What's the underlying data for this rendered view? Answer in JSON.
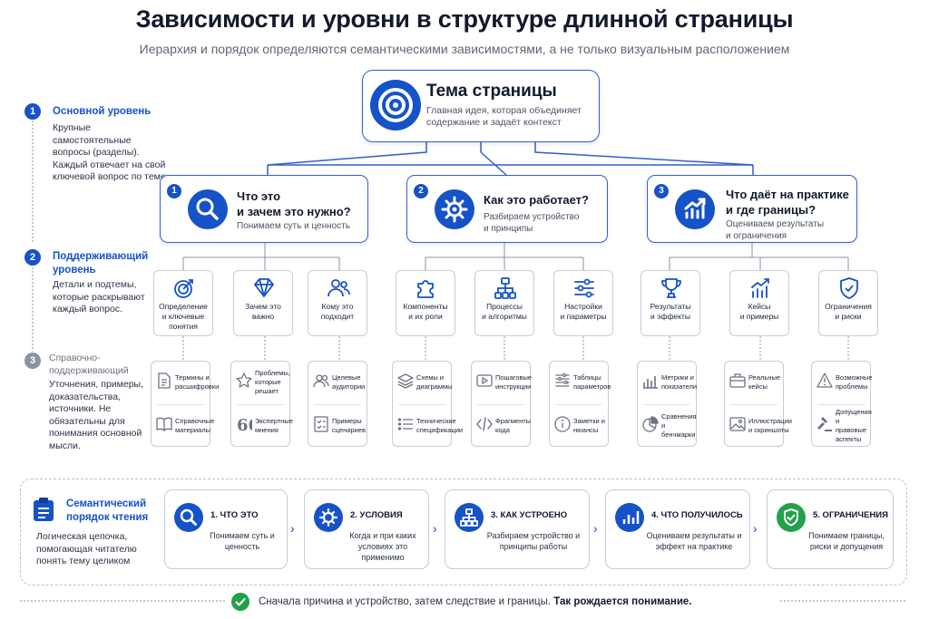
{
  "title": "Зависимости и уровни в структуре длинной страницы",
  "subtitle": "Иерархия и порядок определяются семантическими зависимостями, а не только визуальным расположением",
  "colors": {
    "accent": "#1652c8",
    "green": "#22a04b",
    "border": "#c6ccd6",
    "gray": "#8a93a3"
  },
  "levels": [
    {
      "num": "1",
      "title": "Основной уровень",
      "desc": "Крупные самостоятельные вопросы (разделы). Каждый отвечает на свой ключевой вопрос по теме."
    },
    {
      "num": "2",
      "title": "Поддерживающий уровень",
      "desc": "Детали и подтемы, которые раскрывают каждый вопрос."
    },
    {
      "num": "3",
      "title": "Справочно-поддерживающий",
      "desc": "Уточнения, примеры, доказательства, источники. Не обязательны для понимания основной мысли."
    }
  ],
  "topic": {
    "title": "Тема страницы",
    "desc": "Главная идея, которая объединяет содержание и задаёт контекст",
    "icon": "target-icon"
  },
  "questions": [
    {
      "num": "1",
      "title_line1": "Что это",
      "title_line2": "и зачем это нужно?",
      "sub": "Понимаем суть и ценность",
      "icon": "search-icon"
    },
    {
      "num": "2",
      "title_line1": "Как это работает?",
      "sub_line1": "Разбираем устройство",
      "sub_line2": "и принципы",
      "icon": "gear-icon"
    },
    {
      "num": "3",
      "title_line1": "Что даёт на практике",
      "title_line2": "и где границы?",
      "sub_line1": "Оцениваем результаты",
      "sub_line2": "и ограничения",
      "icon": "chart-up-icon"
    }
  ],
  "subtopics": [
    {
      "l1": "Определение",
      "l2": "и ключевые",
      "l3": "понятия",
      "icon": "target-icon"
    },
    {
      "l1": "Зачем это",
      "l2": "важно",
      "l3": "",
      "icon": "diamond-icon"
    },
    {
      "l1": "Кому это",
      "l2": "подходит",
      "l3": "",
      "icon": "users-icon"
    },
    {
      "l1": "Компоненты",
      "l2": "и их роли",
      "l3": "",
      "icon": "puzzle-icon"
    },
    {
      "l1": "Процессы",
      "l2": "и алгоритмы",
      "l3": "",
      "icon": "flow-icon"
    },
    {
      "l1": "Настройки",
      "l2": "и параметры",
      "l3": "",
      "icon": "sliders-icon"
    },
    {
      "l1": "Результаты",
      "l2": "и эффекты",
      "l3": "",
      "icon": "trophy-icon"
    },
    {
      "l1": "Кейсы",
      "l2": "и примеры",
      "l3": "",
      "icon": "bar-chart-icon"
    },
    {
      "l1": "Ограничения",
      "l2": "и риски",
      "l3": "",
      "icon": "shield-icon"
    }
  ],
  "references": [
    [
      {
        "text": "Термины и расшифровки",
        "icon": "document-icon"
      },
      {
        "text": "Справочные материалы",
        "icon": "book-icon"
      }
    ],
    [
      {
        "text": "Проблемы, которые решает",
        "icon": "star-icon"
      },
      {
        "text": "Экспертные мнения",
        "icon": "quote-icon"
      }
    ],
    [
      {
        "text": "Целевые аудитории",
        "icon": "users-icon"
      },
      {
        "text": "Примеры сценариев",
        "icon": "checklist-icon"
      }
    ],
    [
      {
        "text": "Схемы и диаграммы",
        "icon": "layers-icon"
      },
      {
        "text": "Технические спецификации",
        "icon": "list-icon"
      }
    ],
    [
      {
        "text": "Пошаговые инструкции",
        "icon": "play-icon"
      },
      {
        "text": "Фрагменты кода",
        "icon": "code-icon"
      }
    ],
    [
      {
        "text": "Таблицы параметров",
        "icon": "table-icon"
      },
      {
        "text": "Заметки и нюансы",
        "icon": "info-icon"
      }
    ],
    [
      {
        "text": "Метрики и показатели",
        "icon": "bar-chart-icon"
      },
      {
        "text": "Сравнения и бенчмарки",
        "icon": "pie-icon"
      }
    ],
    [
      {
        "text": "Реальные кейсы",
        "icon": "briefcase-icon"
      },
      {
        "text": "Иллюстрации и скриншоты",
        "icon": "image-icon"
      }
    ],
    [
      {
        "text": "Возможные проблемы",
        "icon": "warning-icon"
      },
      {
        "text": "Допущения и правовые аспекты",
        "icon": "gavel-icon"
      }
    ]
  ],
  "reading_order": {
    "title": "Семантический порядок чтения",
    "desc": "Логическая цепочка, помогающая читателю понять тему целиком",
    "icon": "clipboard-icon",
    "steps": [
      {
        "title": "1. ЧТО ЭТО",
        "desc": "Понимаем суть и ценность",
        "icon": "search-icon"
      },
      {
        "title": "2. УСЛОВИЯ",
        "desc": "Когда и при каких условиях это применимо",
        "icon": "gear-icon"
      },
      {
        "title": "3. КАК УСТРОЕНО",
        "desc": "Разбираем устройство и принципы работы",
        "icon": "flow-icon"
      },
      {
        "title": "4. ЧТО ПОЛУЧИЛОСЬ",
        "desc": "Оцениваем результаты и эффект на практике",
        "icon": "bar-chart-icon"
      },
      {
        "title": "5. ОГРАНИЧЕНИЯ",
        "desc": "Понимаем границы, риски и допущения",
        "icon": "shield-check-icon"
      }
    ]
  },
  "footer": {
    "text": "Сначала причина и устройство, затем следствие и границы.",
    "bold": "Так рождается понимание.",
    "icon": "check-icon"
  }
}
